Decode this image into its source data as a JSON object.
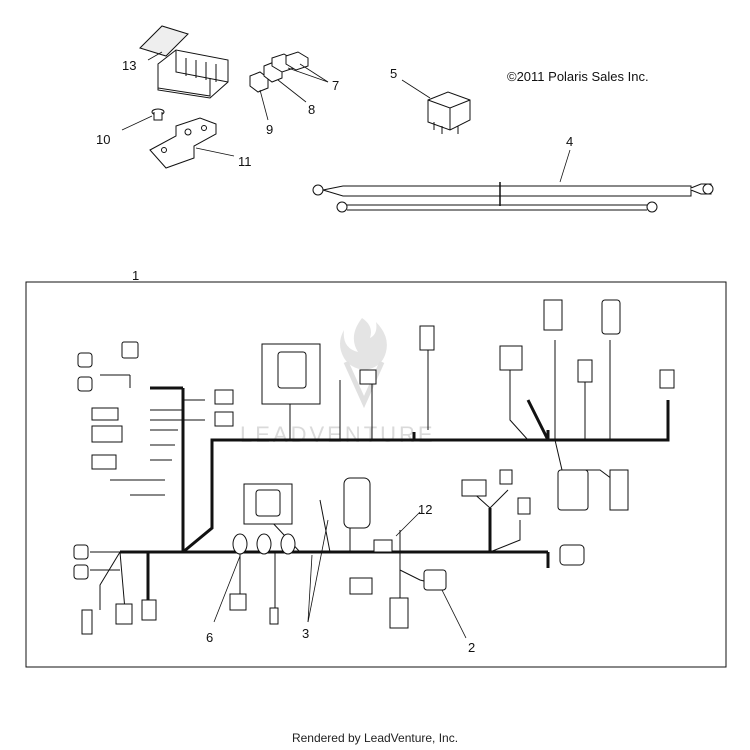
{
  "copyright": "©2011 Polaris Sales Inc.",
  "watermark": "LEADVENTURE",
  "footer": "Rendered by LeadVenture, Inc.",
  "callouts": {
    "c1": "1",
    "c2": "2",
    "c3": "3",
    "c4": "4",
    "c5": "5",
    "c6": "6",
    "c7": "7",
    "c8": "8",
    "c9": "9",
    "c10": "10",
    "c11": "11",
    "c12": "12",
    "c13": "13"
  },
  "colors": {
    "line": "#111111",
    "watermark": "#d6d6d6",
    "background": "#ffffff"
  }
}
